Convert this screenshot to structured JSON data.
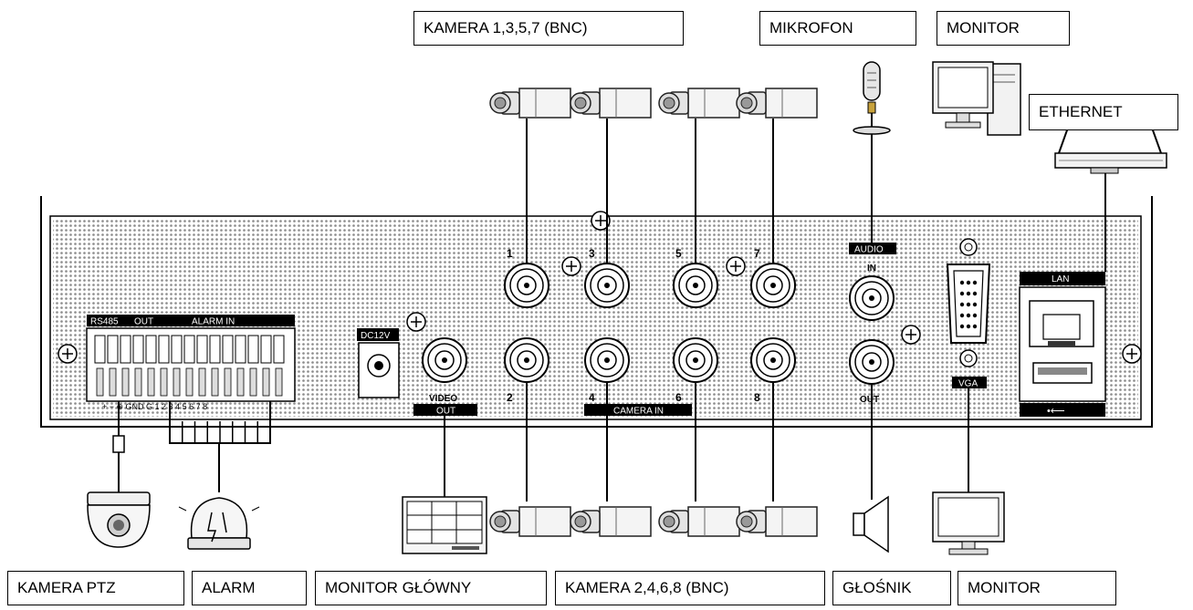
{
  "callouts": {
    "camera_odd": "KAMERA 1,3,5,7 (BNC)",
    "microphone": "MIKROFON",
    "monitor_top": "MONITOR",
    "ethernet": "ETHERNET",
    "ptz_camera": "KAMERA PTZ",
    "alarm": "ALARM",
    "main_monitor": "MONITOR GŁÓWNY",
    "camera_even": "KAMERA 2,4,6,8 (BNC)",
    "speaker": "GŁOŚNIK",
    "monitor_bottom": "MONITOR"
  },
  "panel": {
    "rs485": "RS485",
    "out": "OUT",
    "alarm_in": "ALARM IN",
    "terminals": "+ − ⊕ GND G 1 2 3 4 5 6 7 8",
    "dc12v": "DC12V",
    "video": "VIDEO",
    "video_out": "OUT",
    "camera_in": "CAMERA IN",
    "audio": "AUDIO",
    "audio_in": "IN",
    "audio_out": "OUT",
    "vga": "VGA",
    "lan": "LAN",
    "usb": "•⟵",
    "port_numbers_top": [
      "1",
      "3",
      "5",
      "7"
    ],
    "port_numbers_bottom": [
      "2",
      "4",
      "6",
      "8"
    ]
  }
}
